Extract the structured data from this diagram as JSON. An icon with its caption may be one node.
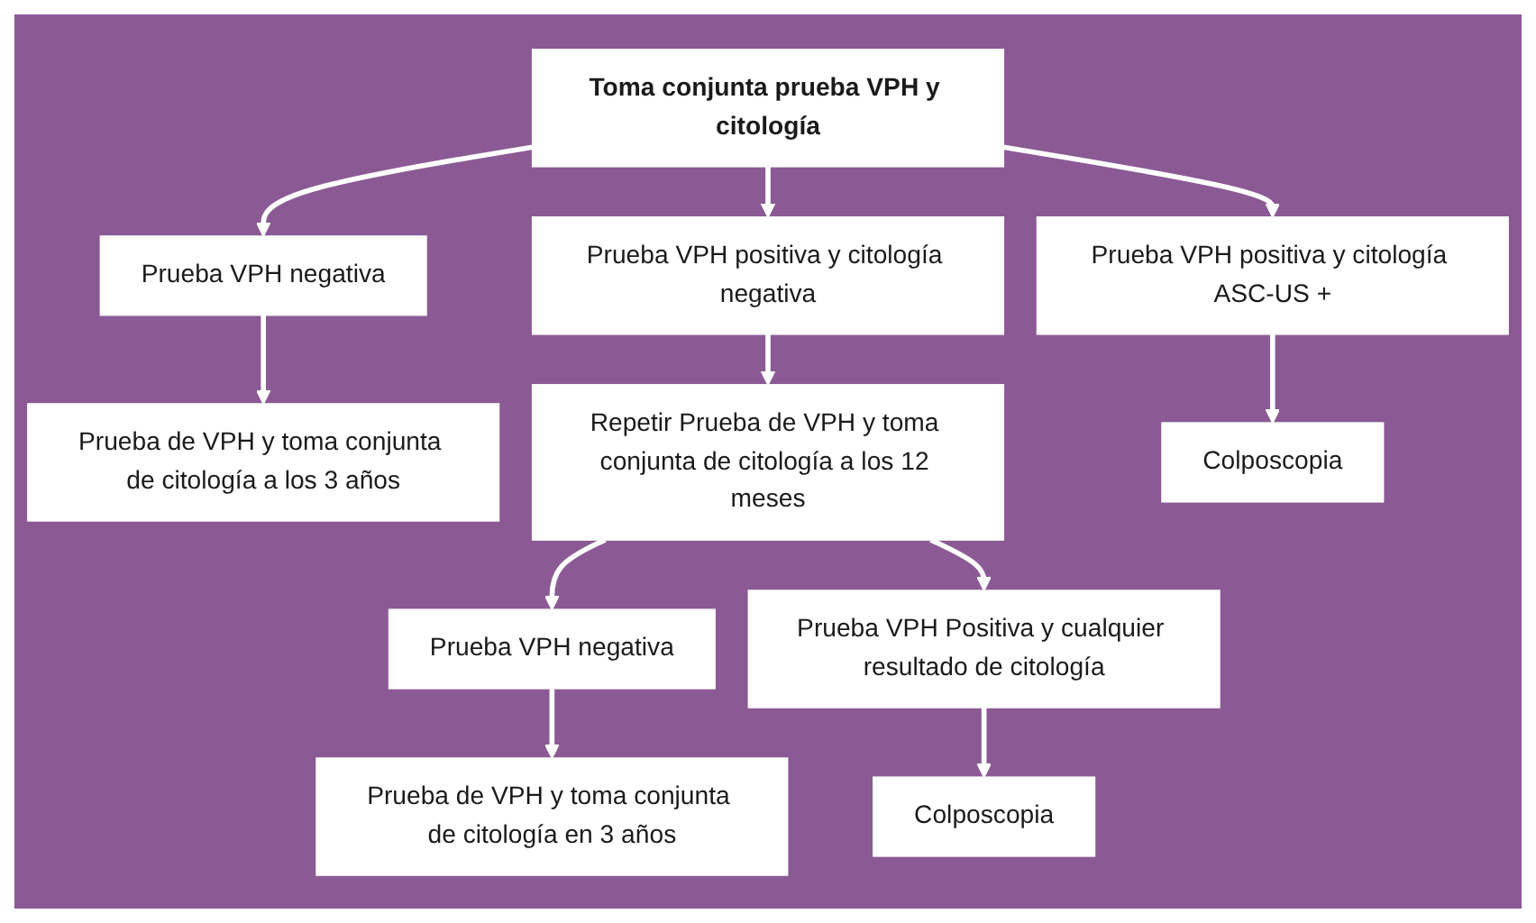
{
  "diagram": {
    "nodes": [
      {
        "text": [
          "Toma conjunta prueba VPH y citología"
        ]
      },
      {
        "text": [
          "Prueba VPH negativa"
        ]
      },
      {
        "text": [
          "Prueba VPH positiva y citología negativa"
        ]
      },
      {
        "text": [
          "Prueba VPH positiva y citología ASC-US +"
        ]
      },
      {
        "text": [
          "Prueba de VPH y toma conjunta de citología a los 3 años"
        ]
      },
      {
        "text": [
          "Repetir Prueba de VPH y toma conjunta de citología a los 12 meses"
        ]
      },
      {
        "text": [
          "Colposcopia"
        ]
      },
      {
        "text": [
          "Prueba VPH negativa"
        ]
      },
      {
        "text": [
          "Prueba VPH Positiva y cualquier resultado de citología"
        ]
      },
      {
        "text": [
          "Prueba de VPH y toma conjunta de citología en 3 años"
        ]
      },
      {
        "text": [
          "Colposcopia"
        ]
      }
    ],
    "edges": [
      {
        "from": 0,
        "to": 1,
        "arrow": "to"
      },
      {
        "from": 0,
        "to": 2,
        "arrow": "to"
      },
      {
        "from": 0,
        "to": 3,
        "arrow": "to"
      },
      {
        "from": 1,
        "to": 4,
        "arrow": "to"
      },
      {
        "from": 2,
        "to": 5,
        "arrow": "to"
      },
      {
        "from": 3,
        "to": 6,
        "arrow": "to"
      },
      {
        "from": 5,
        "to": 7,
        "arrow": "to"
      },
      {
        "from": 5,
        "to": 8,
        "arrow": "to"
      },
      {
        "from": 7,
        "to": 9,
        "arrow": "to"
      },
      {
        "from": 8,
        "to": 10,
        "arrow": "to"
      }
    ]
  }
}
